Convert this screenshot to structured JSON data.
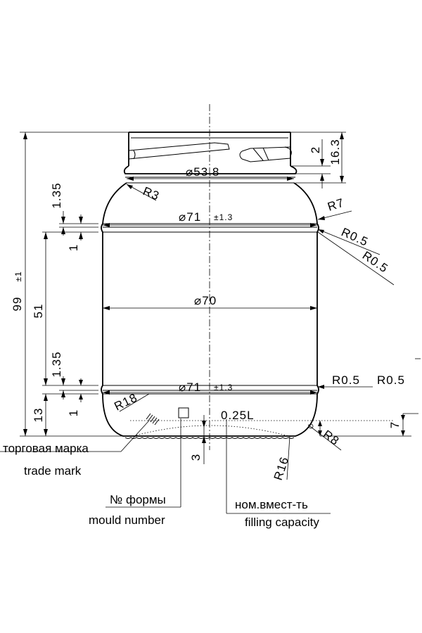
{
  "dimensions": {
    "height_total": "99",
    "height_total_tol": "±1",
    "neck_height": "16.3",
    "thread_height": "2",
    "shoulder_step": "1.35",
    "bead_height_top": "1",
    "body_height": "51",
    "bottom_step": "1.35",
    "bead_height_bottom": "1",
    "base_height": "13",
    "base_recess": "3",
    "mark_offset": "7",
    "neck_diameter": "⌀53.8",
    "bead_diameter_top": "⌀71",
    "bead_diameter_top_tol": "±1.3",
    "body_diameter": "⌀70",
    "bead_diameter_bottom": "⌀71",
    "bead_diameter_bottom_tol": "±1.3",
    "radius_neck": "R3",
    "radius_shoulder": "R7",
    "radius_bead_1": "R0.5",
    "radius_bead_2": "R0.5",
    "radius_bead_3": "R0.5",
    "radius_bead_4": "R0.5",
    "radius_base": "R18",
    "radius_heel": "R8",
    "radius_bottom": "R16"
  },
  "marks": {
    "capacity_value": "0.25L"
  },
  "legend": {
    "trade_mark_ru": "торговая марка",
    "trade_mark_en": "trade mark",
    "mould_number_ru": "№ формы",
    "mould_number_en": "mould number",
    "filling_capacity_ru": "ном.вмест-ть",
    "filling_capacity_en": "filling capacity"
  }
}
